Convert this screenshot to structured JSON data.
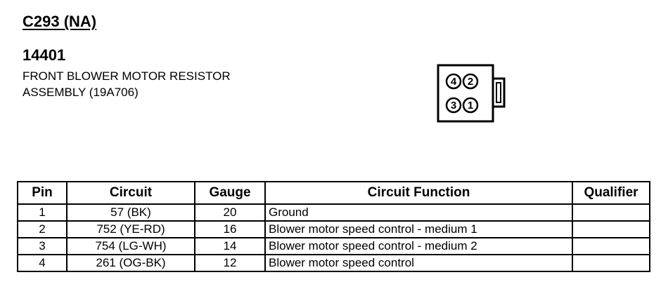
{
  "header": {
    "connector_id": "C293 (NA)",
    "part_number": "14401",
    "description_line1": "FRONT BLOWER MOTOR RESISTOR",
    "description_line2": "ASSEMBLY (19A706)"
  },
  "connector_face": {
    "pins_top_row": [
      "4",
      "2"
    ],
    "pins_bottom_row": [
      "3",
      "1"
    ]
  },
  "table": {
    "headers": {
      "pin": "Pin",
      "circuit": "Circuit",
      "gauge": "Gauge",
      "function": "Circuit Function",
      "qualifier": "Qualifier"
    },
    "rows": [
      {
        "pin": "1",
        "circuit": "57 (BK)",
        "gauge": "20",
        "function": "Ground",
        "qualifier": ""
      },
      {
        "pin": "2",
        "circuit": "752 (YE-RD)",
        "gauge": "16",
        "function": "Blower motor speed control - medium 1",
        "qualifier": ""
      },
      {
        "pin": "3",
        "circuit": "754 (LG-WH)",
        "gauge": "14",
        "function": "Blower motor speed control - medium 2",
        "qualifier": ""
      },
      {
        "pin": "4",
        "circuit": "261 (OG-BK)",
        "gauge": "12",
        "function": "Blower motor speed control",
        "qualifier": ""
      }
    ]
  }
}
